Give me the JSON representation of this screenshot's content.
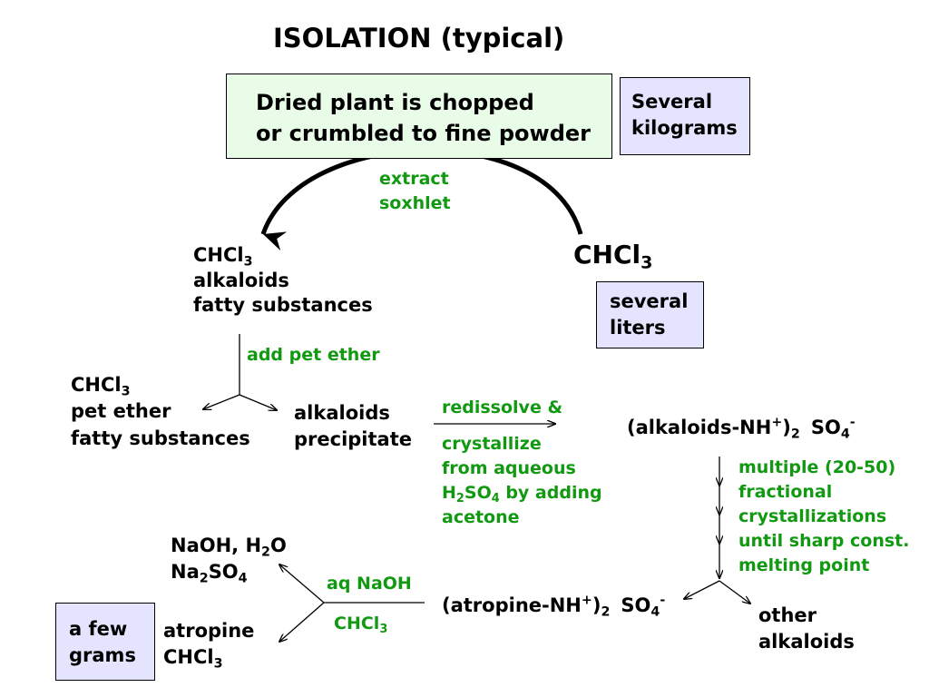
{
  "title": "ISOLATION  (typical)",
  "start_box": {
    "line1": "Dried plant is chopped",
    "line2": "or crumbled to fine powder",
    "fill": "#e8fce8"
  },
  "amount_box_kg": {
    "line1": "Several",
    "line2": "kilograms",
    "fill": "#e4e4ff"
  },
  "step_extract": {
    "line1": "extract",
    "line2": "soxhlet"
  },
  "solvent": {
    "label": "CHCl",
    "sub": "3"
  },
  "amount_box_liters": {
    "line1": "several",
    "line2": "liters"
  },
  "extract_contents": {
    "chcl": "CHCl",
    "sub": "3",
    "line2": "alkaloids",
    "line3": "fatty substances"
  },
  "step_pet_ether": "add pet ether",
  "waste_left": {
    "chcl": "CHCl",
    "sub": "3",
    "line2": "pet ether",
    "line3": "fatty substances"
  },
  "precipitate": {
    "line1": "alkaloids",
    "line2": "precipitate"
  },
  "step_redissolve": {
    "line1": "redissolve &",
    "line2": "crystallize",
    "line3": "from aqueous",
    "h": "H",
    "h_sub": "2",
    "so": "SO",
    "so_sub": "4",
    "line4_rest": " by adding",
    "line5": "acetone"
  },
  "sulfate_salt": {
    "pre": "(alkaloids-NH",
    "sup_plus": "+",
    "post": ")",
    "sub2": "2",
    "so": "SO",
    "so_sub": "4",
    "sup_minus": "-"
  },
  "step_fractional": {
    "line1": "multiple (20-50)",
    "line2": "fractional",
    "line3": "crystallizations",
    "line4": "until sharp const.",
    "line5": "melting point"
  },
  "atropine_salt": {
    "pre": "(atropine-NH",
    "sup_plus": "+",
    "post": ")",
    "sub2": "2",
    "so": "SO",
    "so_sub": "4",
    "sup_minus": "-"
  },
  "other_alkaloids": {
    "line1": "other",
    "line2": "alkaloids"
  },
  "step_naoh": {
    "label": "aq NaOH",
    "chcl": "CHCl",
    "sub": "3"
  },
  "aqueous_waste": {
    "l1a": "NaOH, H",
    "l1sub": "2",
    "l1b": "O",
    "l2a": "Na",
    "l2sub": "2",
    "l2b": "SO",
    "l2sub2": "4"
  },
  "product": {
    "line1": "atropine",
    "chcl": "CHCl",
    "sub": "3"
  },
  "amount_box_grams": {
    "line1": "a few",
    "line2": "grams"
  },
  "colors": {
    "green_text": "#119911",
    "lavender_box": "#e4e4ff",
    "mint_box": "#e8fce8"
  }
}
